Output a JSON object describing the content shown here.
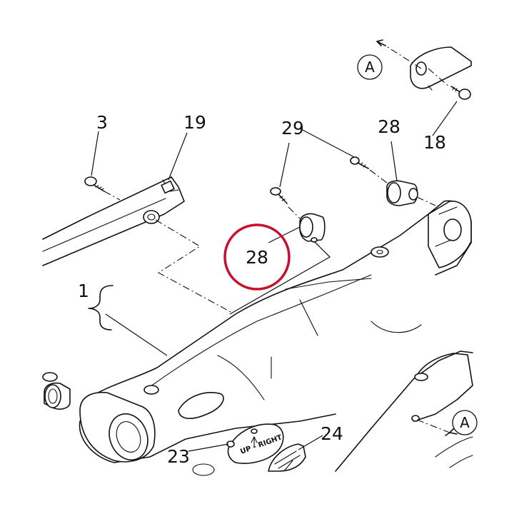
{
  "callouts": {
    "c1": "1",
    "c3": "3",
    "c18": "18",
    "c19": "19",
    "c23": "23",
    "c24": "24",
    "c28_top": "28",
    "c28_highlight": "28",
    "c29": "29"
  },
  "reference": {
    "top": "A",
    "right": "A"
  },
  "plate_label": "UP - RIGHT",
  "colors": {
    "line": "#111111",
    "highlight": "#c8102e",
    "background": "#ffffff"
  }
}
